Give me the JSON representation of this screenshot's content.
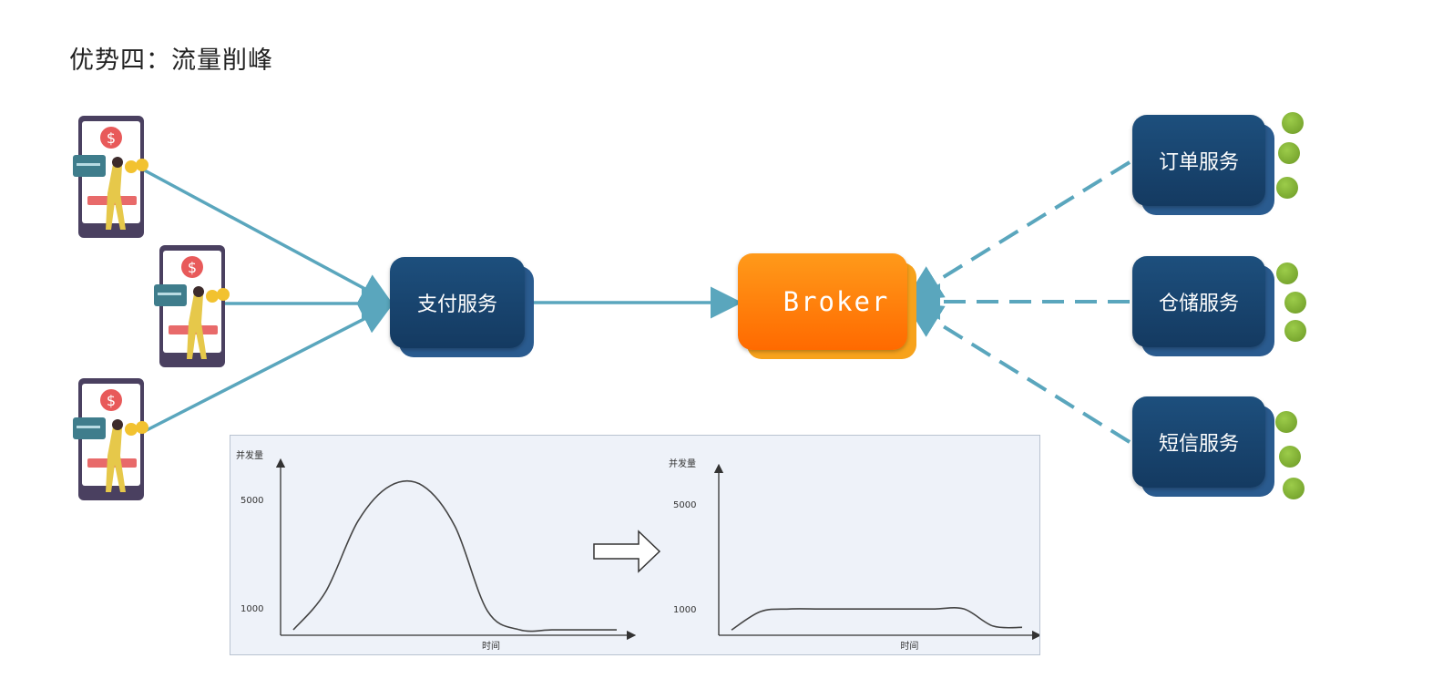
{
  "title": "优势四：流量削峰",
  "services": {
    "payment": "支付服务",
    "broker": "Broker",
    "order": "订单服务",
    "storage": "仓储服务",
    "sms": "短信服务"
  },
  "icons": {
    "phone": "phone-payment-icon",
    "coin": "dollar-coin-icon",
    "queue_dot": "message-dot-icon"
  },
  "colors": {
    "service_box": "#1d4f7d",
    "broker_box": "#ff7a00",
    "arrow": "#5aa6bd",
    "dot": "#7aa830"
  },
  "chart_data": [
    {
      "type": "line",
      "ylabel": "并发量",
      "xlabel": "时间",
      "yticks": [
        1000,
        5000
      ],
      "x": [
        0,
        1,
        2,
        3,
        4,
        5,
        6,
        7,
        8,
        9,
        10
      ],
      "values": [
        200,
        1600,
        4200,
        5500,
        5500,
        4000,
        900,
        200,
        200,
        200,
        200
      ]
    },
    {
      "type": "line",
      "ylabel": "并发量",
      "xlabel": "时间",
      "yticks": [
        1000,
        5000
      ],
      "x": [
        0,
        1,
        2,
        3,
        4,
        5,
        6,
        7,
        8,
        9,
        10
      ],
      "values": [
        200,
        900,
        1000,
        1000,
        1000,
        1000,
        1000,
        1000,
        1000,
        350,
        300
      ]
    }
  ]
}
